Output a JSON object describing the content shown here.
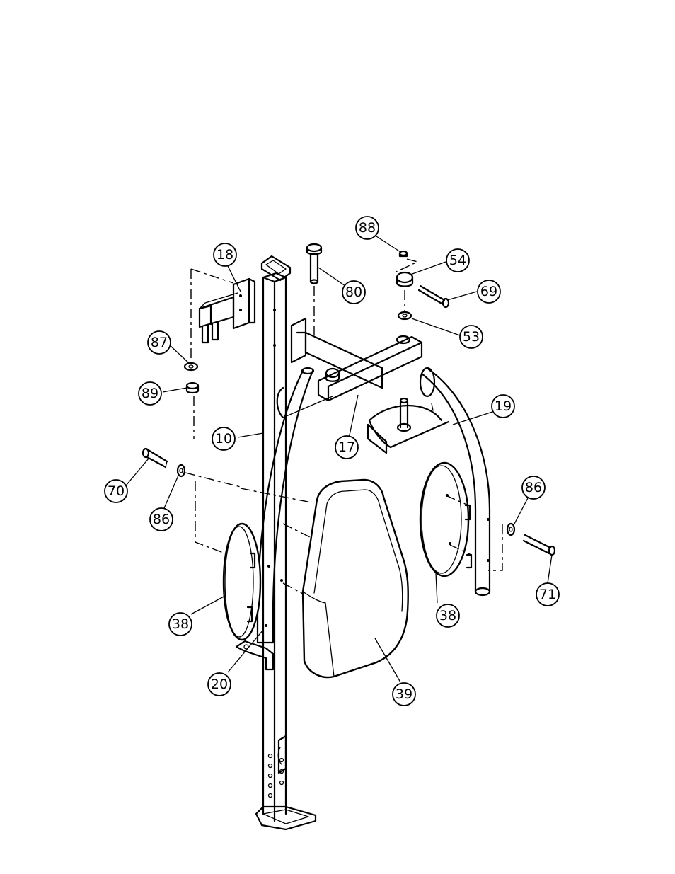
{
  "callouts": {
    "c18": "18",
    "c80": "80",
    "c88": "88",
    "c54": "54",
    "c69": "69",
    "c53": "53",
    "c87": "87",
    "c89": "89",
    "c17": "17",
    "c19": "19",
    "c10": "10",
    "c70": "70",
    "c86a": "86",
    "c86b": "86",
    "c71": "71",
    "c38a": "38",
    "c38b": "38",
    "c20": "20",
    "c39": "39"
  }
}
